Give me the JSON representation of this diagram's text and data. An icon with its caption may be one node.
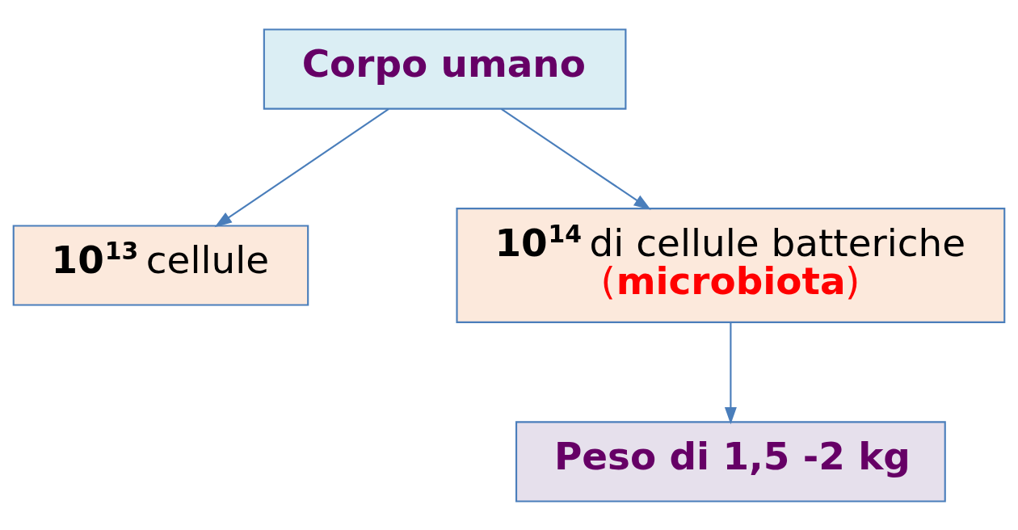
{
  "diagram": {
    "nodes": [
      {
        "text": [
          "Corpo umano"
        ]
      },
      {
        "text": [
          "**10$^{13}$** cellule"
        ]
      },
      {
        "text": [
          "**10$^{14}$** di cellule batteriche",
          "(**microbiota**)"
        ]
      },
      {
        "text": [
          "Peso di 1,5 -2 kg"
        ]
      }
    ],
    "edges": [
      {
        "from": 0,
        "to": 1,
        "arrow": "to"
      },
      {
        "from": 0,
        "to": 2,
        "arrow": "to"
      },
      {
        "from": 2,
        "to": 3,
        "arrow": "to"
      }
    ]
  }
}
